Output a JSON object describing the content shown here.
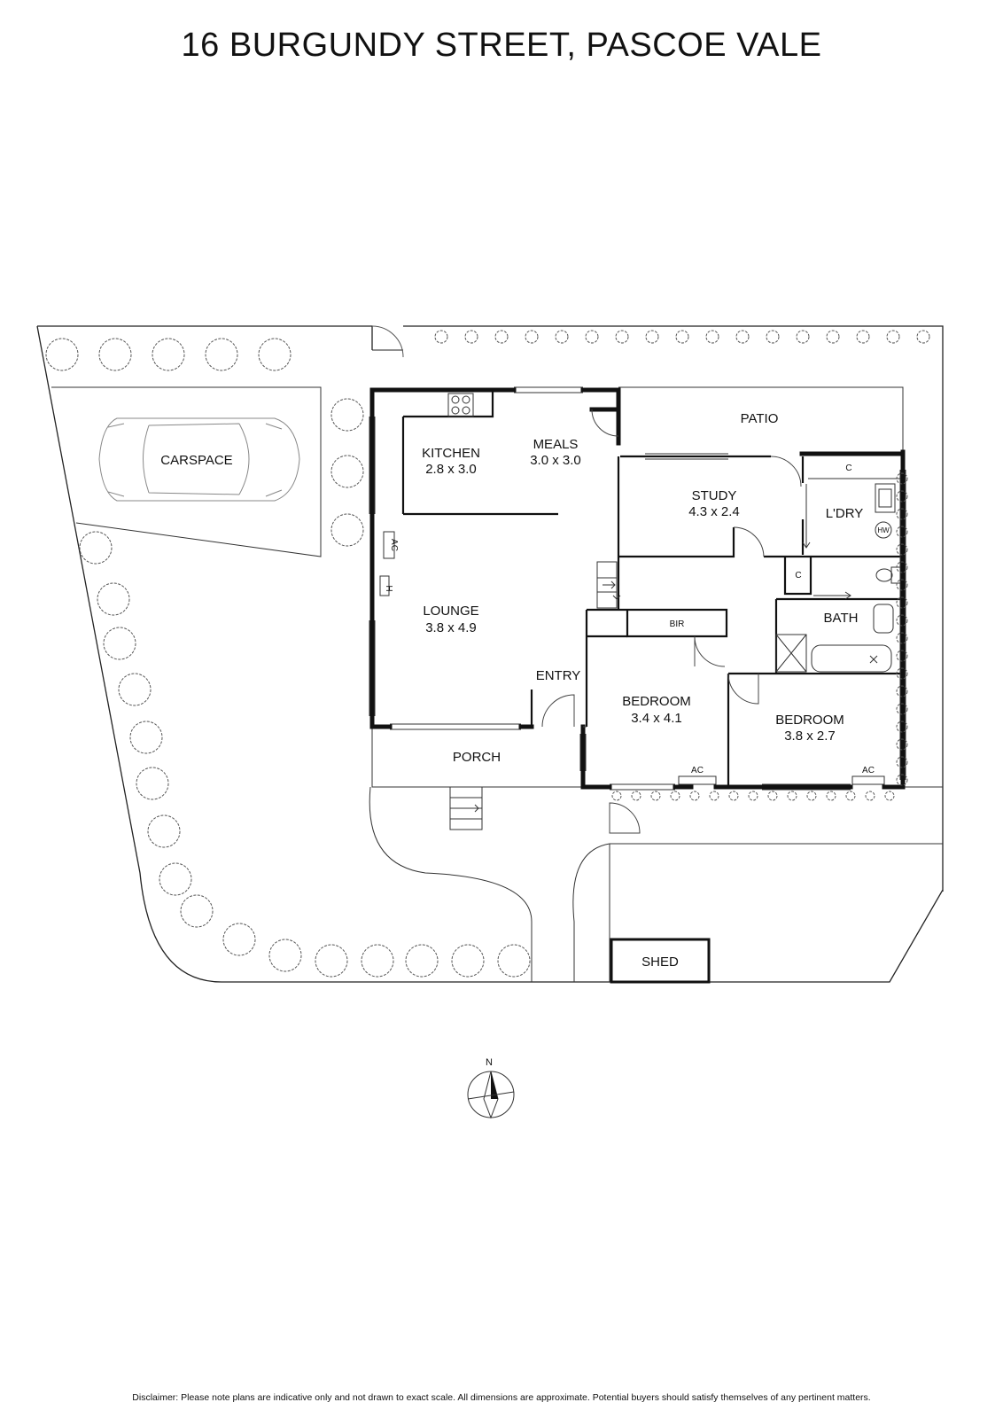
{
  "title": "16 BURGUNDY STREET, PASCOE VALE",
  "rooms": {
    "kitchen": {
      "name": "KITCHEN",
      "size": "2.8 x 3.0"
    },
    "meals": {
      "name": "MEALS",
      "size": "3.0 x 3.0"
    },
    "lounge": {
      "name": "LOUNGE",
      "size": "3.8 x 4.9"
    },
    "study": {
      "name": "STUDY",
      "size": "4.3 x 2.4"
    },
    "bedroom1": {
      "name": "BEDROOM",
      "size": "3.4 x 4.1"
    },
    "bedroom2": {
      "name": "BEDROOM",
      "size": "3.8 x 2.7"
    },
    "laundry": {
      "name": "L'DRY"
    },
    "bath": {
      "name": "BATH"
    },
    "entry": {
      "name": "ENTRY"
    },
    "porch": {
      "name": "PORCH"
    },
    "patio": {
      "name": "PATIO"
    },
    "carspace": {
      "name": "CARSPACE"
    },
    "shed": {
      "name": "SHED"
    }
  },
  "fixtures": {
    "bir": "BIR",
    "cupboard": "C",
    "air_conditioner": "AC",
    "heater": "H",
    "hot_water": "HW"
  },
  "compass": {
    "north": "N"
  },
  "disclaimer": "Disclaimer: Please note plans are indicative only and not drawn to exact scale. All dimensions are approximate. Potential buyers should satisfy themselves of any pertinent matters."
}
